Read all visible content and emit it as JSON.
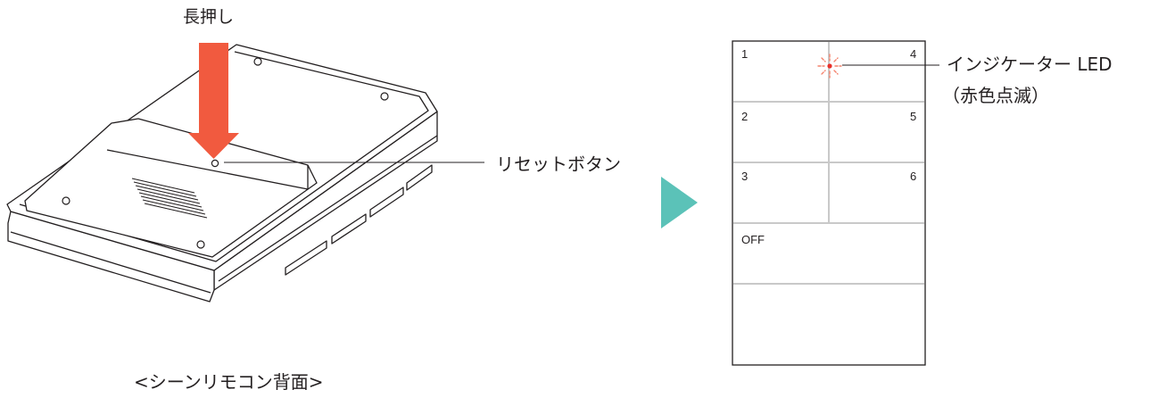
{
  "labels": {
    "long_press": "長押し",
    "reset_button": "リセットボタン",
    "indicator_led": "インジケーター LED",
    "indicator_led_note": "（赤色点滅）",
    "caption": "<シーンリモコン背面>"
  },
  "panel": {
    "buttons": [
      "1",
      "4",
      "2",
      "5",
      "3",
      "6",
      "OFF"
    ]
  },
  "colors": {
    "arrow": "#f15a3f",
    "next_arrow": "#5bc2b8",
    "led": "#e8312b",
    "grid": "#c9c9c9",
    "outline": "#231f20"
  }
}
